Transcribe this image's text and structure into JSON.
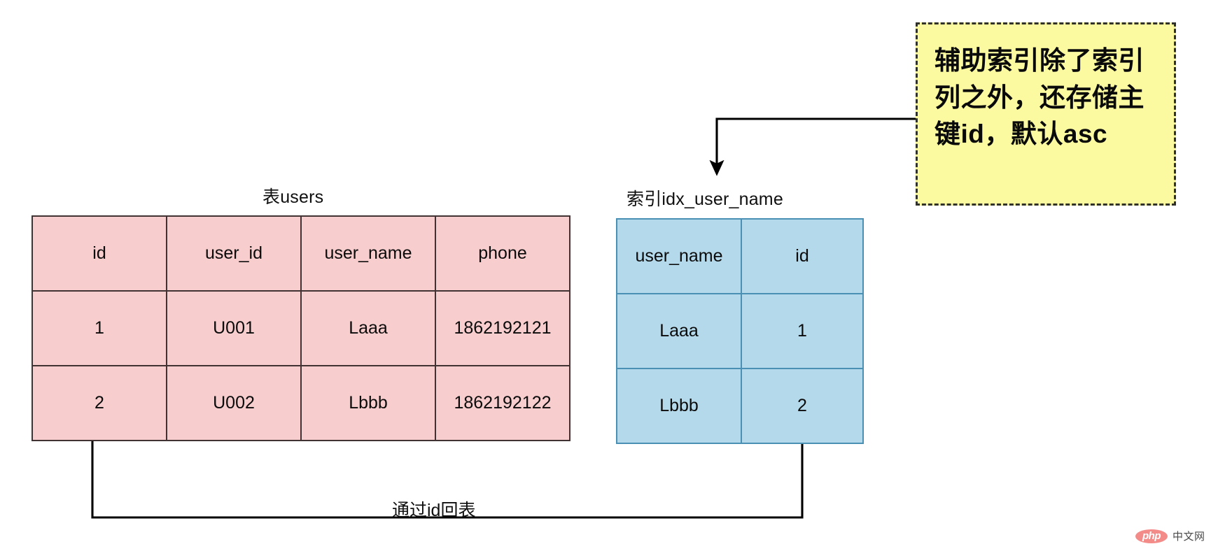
{
  "diagram": {
    "title_users_table": "表users",
    "title_index_table": "索引idx_user_name",
    "reback_label": "通过id回表",
    "colors": {
      "users_fill": "#f8cdce",
      "users_border": "#413233",
      "index_fill": "#b4d9ea",
      "index_border": "#4a90b4",
      "note_fill": "#fbfaa0",
      "note_border": "#31312b",
      "connector": "#000000"
    },
    "users_table": {
      "headers": [
        "id",
        "user_id",
        "user_name",
        "phone"
      ],
      "rows": [
        [
          "1",
          "U001",
          "Laaa",
          "1862192121"
        ],
        [
          "2",
          "U002",
          "Lbbb",
          "1862192122"
        ]
      ]
    },
    "index_table": {
      "headers": [
        "user_name",
        "id"
      ],
      "rows": [
        [
          "Laaa",
          "1"
        ],
        [
          "Lbbb",
          "2"
        ]
      ]
    },
    "note": {
      "lines": [
        "辅助索引除了索引",
        "列之外，还存储主",
        "键id，默认asc"
      ]
    }
  },
  "watermark": {
    "badge": "php",
    "text": "中文网"
  }
}
